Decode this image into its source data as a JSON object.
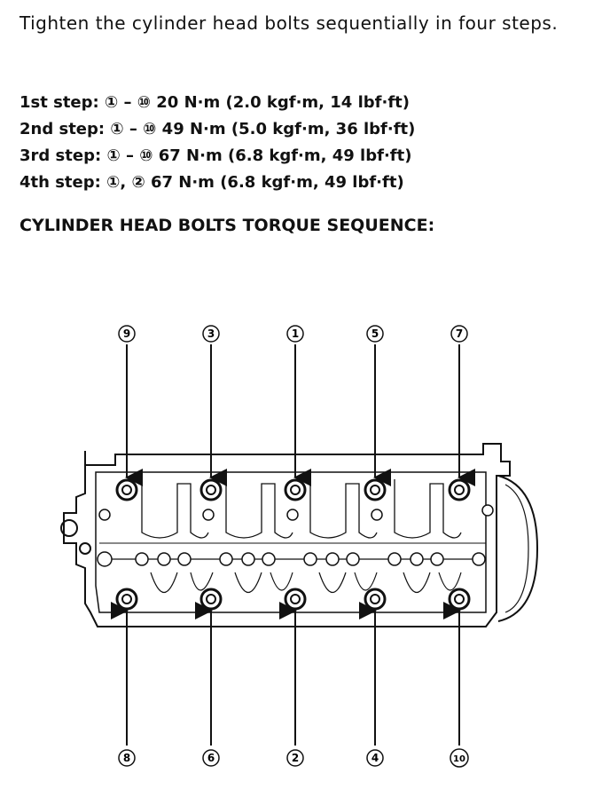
{
  "intro": "Tighten the cylinder head bolts sequentially in four steps.",
  "steps": [
    {
      "label": "1st step:",
      "text": "① – ⑩ 20 N·m (2.0 kgf·m, 14 lbf·ft)"
    },
    {
      "label": "2nd step:",
      "text": "① – ⑩ 49 N·m (5.0 kgf·m, 36 lbf·ft)"
    },
    {
      "label": "3rd step:",
      "text": "① – ⑩ 67 N·m (6.8 kgf·m, 49 lbf·ft)"
    },
    {
      "label": "4th step:",
      "text": "①, ② 67 N·m (6.8 kgf·m, 49 lbf·ft)"
    }
  ],
  "heading": "CYLINDER HEAD BOLTS TORQUE SEQUENCE:",
  "bolts": {
    "top": [
      "9",
      "3",
      "1",
      "5",
      "7"
    ],
    "bottom": [
      "8",
      "6",
      "2",
      "4",
      "10"
    ]
  }
}
